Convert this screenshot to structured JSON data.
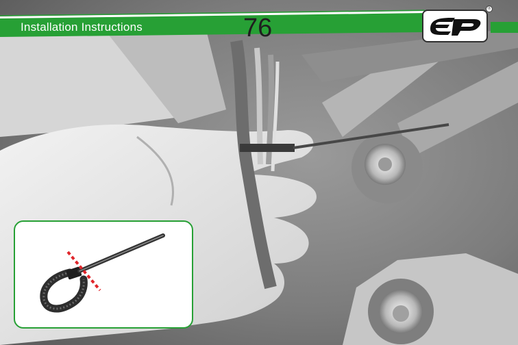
{
  "header": {
    "title": "Installation Instructions",
    "page_number": "76",
    "brand_color": "#27a035"
  },
  "logo": {
    "name": "ep-logo",
    "registered_mark": "®"
  },
  "inset": {
    "name": "cable-tie-cut-diagram",
    "border_color": "#27a035",
    "cut_line_color": "#e0262b"
  }
}
